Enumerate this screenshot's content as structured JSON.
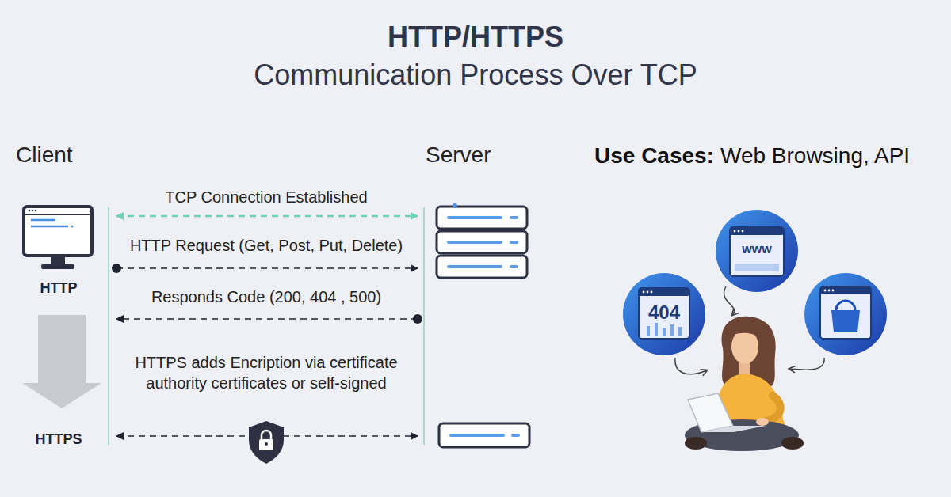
{
  "diagram": {
    "title": "HTTP/HTTPS",
    "nodes": [
      {
        "text": [
          "Client"
        ]
      },
      {
        "text": [
          "Server"
        ]
      }
    ],
    "edges": [
      {
        "from": 0,
        "to": 1,
        "arrow": "both",
        "label": "TCP Connection Established"
      },
      {
        "from": 0,
        "to": 1,
        "arrow": "to",
        "label": "HTTP Request (Get, Post, Put, Delete)"
      },
      {
        "from": 1,
        "to": 0,
        "arrow": "to",
        "label": "Responds Code (200, 404 , 500)"
      },
      {
        "from": 0,
        "to": 1,
        "arrow": "both",
        "label": "HTTPS adds Encription via certificate authority certificates or self-signed"
      }
    ],
    "labels": [
      "Communication Process Over TCP",
      "HTTP",
      "HTTPS",
      "Use Cases:",
      "Web Browsing, API",
      "404",
      "www"
    ]
  }
}
